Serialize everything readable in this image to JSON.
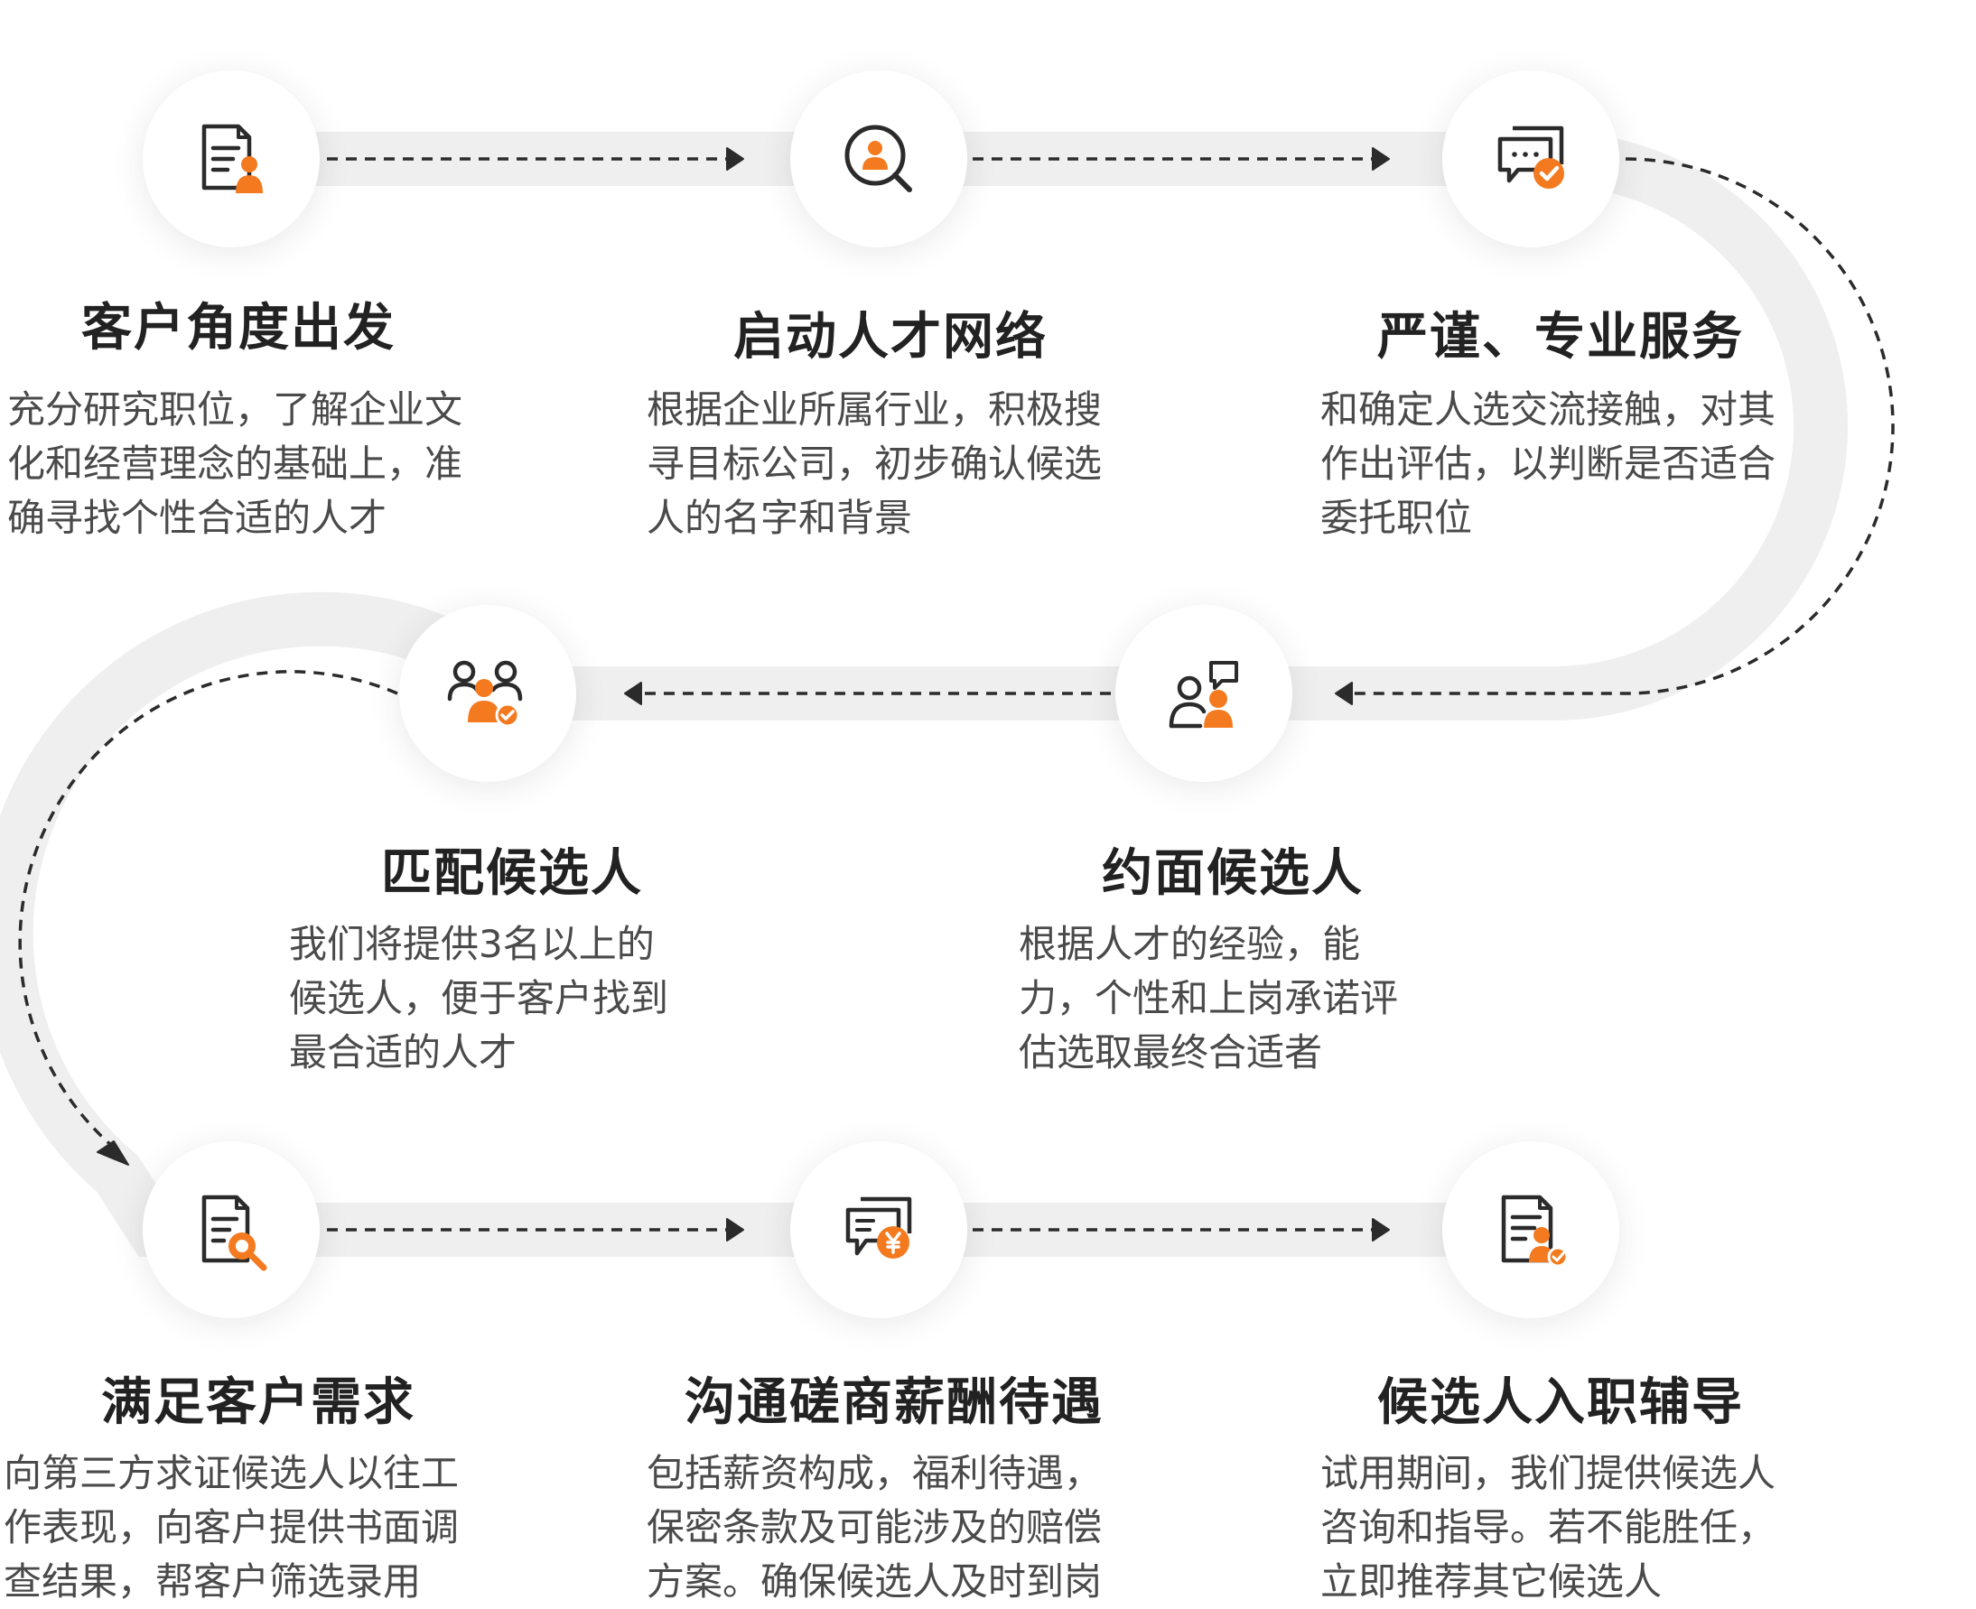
{
  "colors": {
    "accent": "#F47A20",
    "track": "#EFEFEF",
    "dash": "#2B2B2B",
    "icon_stroke": "#2B2B2B"
  },
  "steps": [
    {
      "icon": "document-person-icon",
      "title": "客户角度出发",
      "desc": [
        "充分研究职位，了解企业文",
        "化和经营理念的基础上，准",
        "确寻找个性合适的人才"
      ]
    },
    {
      "icon": "search-person-icon",
      "title": "启动人才网络",
      "desc": [
        "根据企业所属行业，积极搜",
        "寻目标公司，初步确认候选",
        "人的名字和背景"
      ]
    },
    {
      "icon": "chat-check-icon",
      "title": "严谨、专业服务",
      "desc": [
        "和确定人选交流接触，对其",
        "作出评估，以判断是否适合",
        "委托职位"
      ]
    },
    {
      "icon": "interview-chat-icon",
      "title": "约面候选人",
      "desc": [
        "根据人才的经验，能",
        "力，个性和上岗承诺评",
        "估选取最终合适者"
      ]
    },
    {
      "icon": "group-match-icon",
      "title": "匹配候选人",
      "desc": [
        "我们将提供3名以上的",
        "候选人，便于客户找到",
        "最合适的人才"
      ]
    },
    {
      "icon": "document-search-icon",
      "title": "满足客户需求",
      "desc": [
        "向第三方求证候选人以往工",
        "作表现，向客户提供书面调",
        "查结果，帮客户筛选录用"
      ]
    },
    {
      "icon": "chat-yuan-icon",
      "title": "沟通磋商薪酬待遇",
      "desc": [
        "包括薪资构成，福利待遇，",
        "保密条款及可能涉及的赔偿",
        "方案。确保候选人及时到岗"
      ]
    },
    {
      "icon": "document-person-check-icon",
      "title": "候选人入职辅导",
      "desc": [
        "试用期间，我们提供候选人",
        "咨询和指导。若不能胜任，",
        "立即推荐其它候选人"
      ]
    }
  ]
}
